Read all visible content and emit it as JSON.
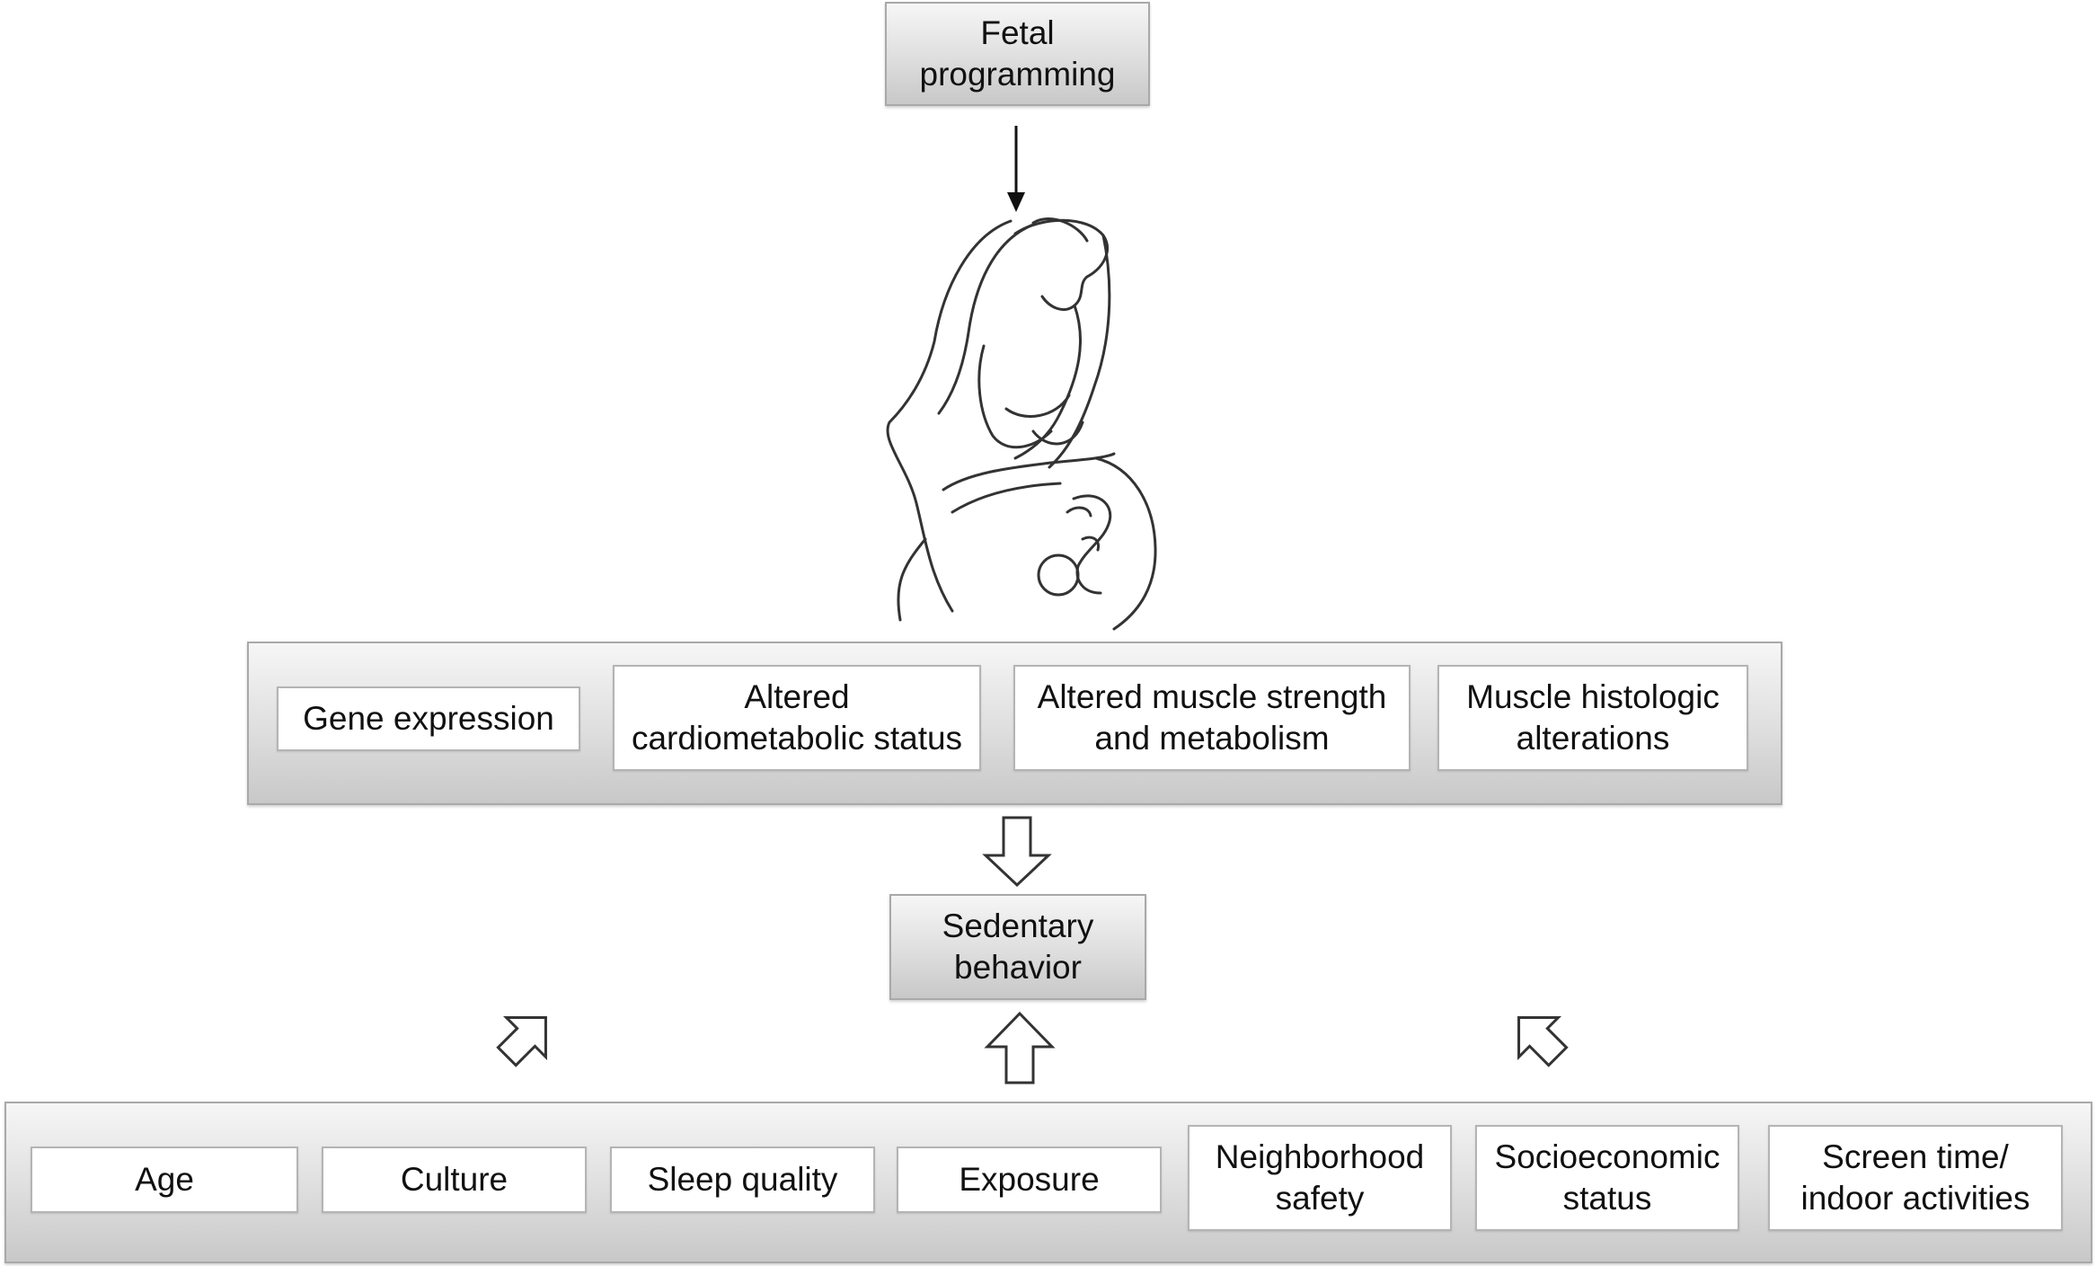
{
  "top_node": {
    "label": "Fetal\nprogramming"
  },
  "effects": [
    {
      "label": "Gene expression"
    },
    {
      "label": "Altered\ncardiometabolic status"
    },
    {
      "label": "Altered muscle strength\nand metabolism"
    },
    {
      "label": "Muscle histologic\nalterations"
    }
  ],
  "center_node": {
    "label": "Sedentary\nbehavior"
  },
  "factors": [
    {
      "label": "Age"
    },
    {
      "label": "Culture"
    },
    {
      "label": "Sleep quality"
    },
    {
      "label": "Exposure"
    },
    {
      "label": "Neighborhood\nsafety"
    },
    {
      "label": "Socioeconomic\nstatus"
    },
    {
      "label": "Screen time/\nindoor activities"
    }
  ],
  "colors": {
    "stroke": "#333333",
    "panel_border": "#a9a9a9"
  }
}
